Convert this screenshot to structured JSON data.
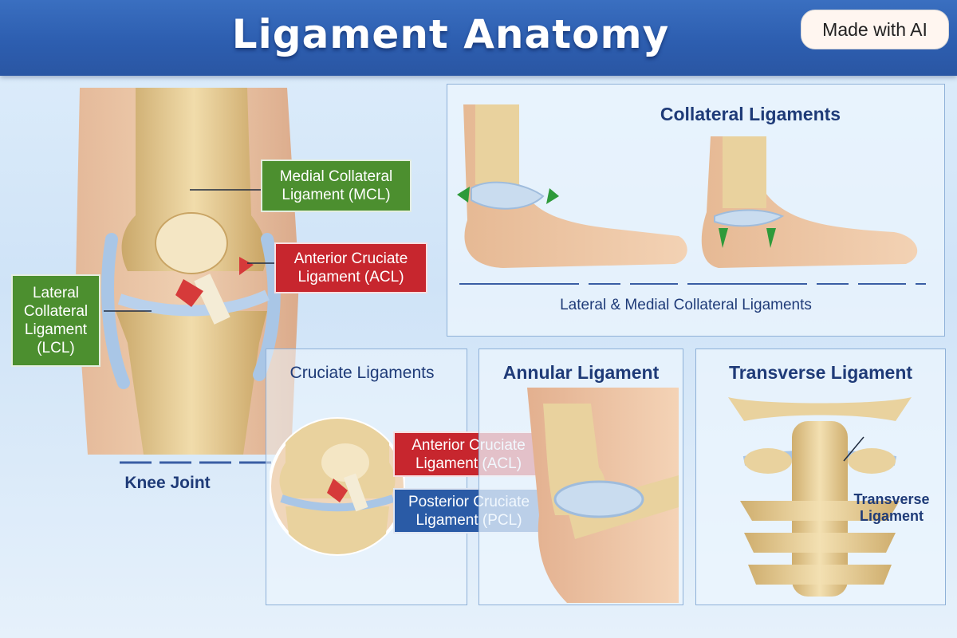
{
  "header": {
    "title": "Ligament Anatomy",
    "badge": "Made with AI"
  },
  "knee": {
    "label": "Knee Joint",
    "mcl": "Medial Collateral Ligament (MCL)",
    "acl": "Anterior Cruciate Ligament (ACL)",
    "lcl": "Lateral Collateral Ligament (LCL)"
  },
  "collateral": {
    "title": "Collateral Ligaments",
    "caption": "Lateral & Medial Collateral Ligaments"
  },
  "cruciate": {
    "title": "Cruciate Ligaments",
    "acl": "Anterior Cruciate Ligament (ACL)",
    "pcl": "Posterior Cruciate Ligament (PCL)"
  },
  "annular": {
    "title": "Annular Ligament"
  },
  "transverse": {
    "title": "Transverse Ligament",
    "label": "Transverse Ligament"
  },
  "colors": {
    "header": "#2d5eb0",
    "title_text": "#1f3b78",
    "green_box": "#4c8f2f",
    "red_box": "#c7262e",
    "blue_box": "#2a5ba6",
    "bone": "#e8cf96",
    "ligament": "#a9c6e6"
  }
}
